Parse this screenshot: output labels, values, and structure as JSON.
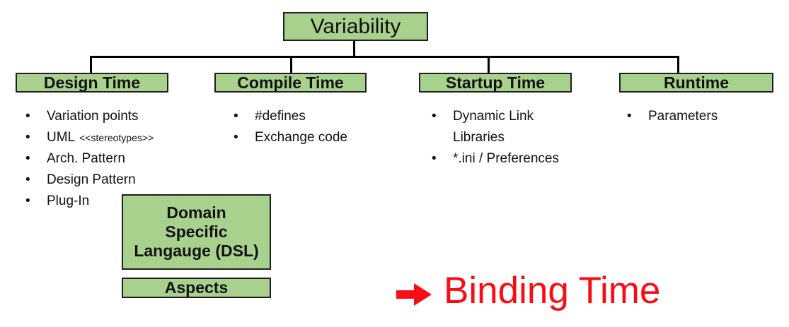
{
  "diagram": {
    "root_label": "Variability",
    "columns": [
      {
        "header": "Design Time",
        "items": [
          {
            "text": "Variation points"
          },
          {
            "text": "UML",
            "small": "<<stereotypes>>"
          },
          {
            "text": "Arch. Pattern"
          },
          {
            "text": "Design Pattern"
          },
          {
            "text": "Plug-In"
          }
        ]
      },
      {
        "header": "Compile Time",
        "items": [
          {
            "text": "#defines"
          },
          {
            "text": "Exchange code"
          }
        ]
      },
      {
        "header": "Startup Time",
        "items": [
          {
            "text": "Dynamic Link Libraries"
          },
          {
            "text": "*.ini / Preferences"
          }
        ]
      },
      {
        "header": "Runtime",
        "items": [
          {
            "text": "Parameters"
          }
        ]
      }
    ],
    "sub_boxes": [
      {
        "label": "Domain Specific Langauge (DSL)",
        "lines": [
          "Domain",
          "Specific",
          "Langauge (DSL)"
        ]
      },
      {
        "label": "Aspects"
      }
    ],
    "annotation": {
      "label": "Binding Time"
    },
    "colors": {
      "box_fill": "#a9d18e",
      "box_border": "#1f1f1f",
      "connector": "#000000",
      "annotation_red": "#f90d15",
      "text": "#111111"
    }
  }
}
